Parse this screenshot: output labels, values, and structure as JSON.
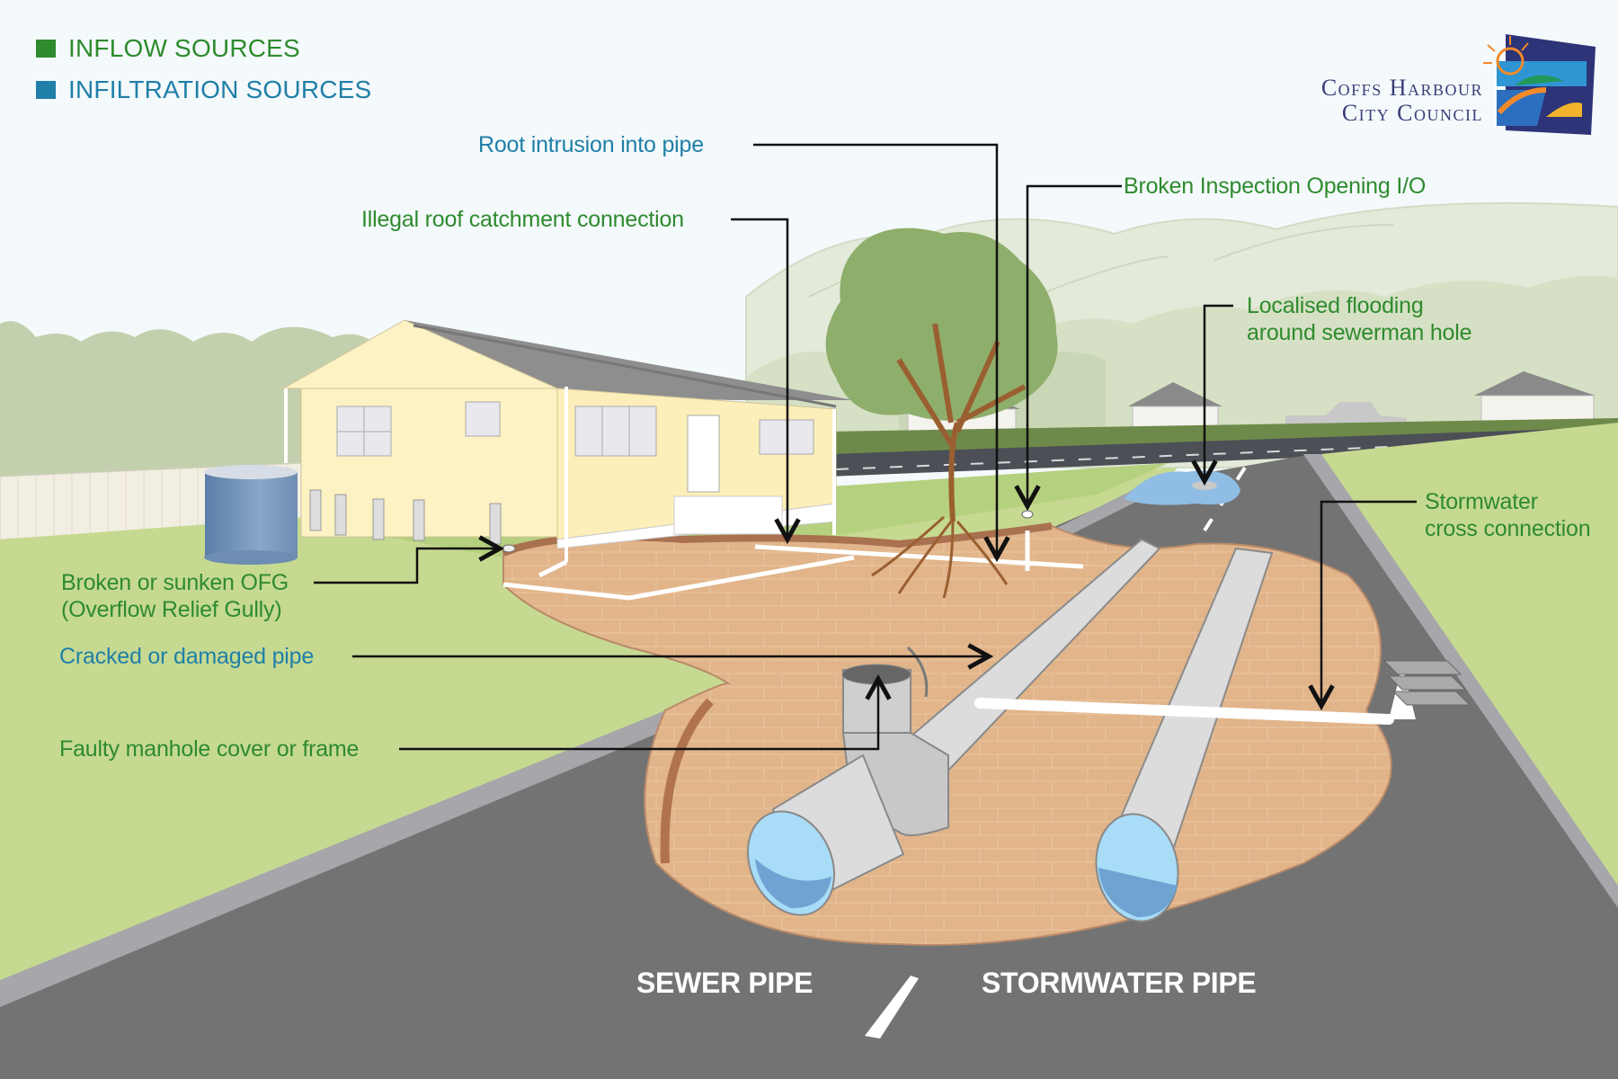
{
  "legend": {
    "items": [
      {
        "label": "INFLOW SOURCES",
        "color": "#2e8b2e"
      },
      {
        "label": "INFILTRATION SOURCES",
        "color": "#1f7fa8"
      }
    ]
  },
  "logo": {
    "line1": "Coffs Harbour",
    "line2": "City Council"
  },
  "callouts": {
    "root_intrusion": {
      "text": "Root intrusion into pipe",
      "type": "infiltration"
    },
    "illegal_roof": {
      "text": "Illegal roof catchment connection",
      "type": "inflow"
    },
    "broken_io": {
      "text": "Broken Inspection Opening I/O",
      "type": "inflow"
    },
    "localised_flooding": {
      "line1": "Localised flooding",
      "line2": "around sewerman hole",
      "type": "inflow"
    },
    "stormwater_cross": {
      "line1": "Stormwater",
      "line2": "cross connection",
      "type": "inflow"
    },
    "broken_ofg": {
      "line1": "Broken or sunken OFG",
      "line2": "(Overflow Relief Gully)",
      "type": "inflow"
    },
    "cracked_pipe": {
      "text": "Cracked or damaged pipe",
      "type": "infiltration"
    },
    "faulty_manhole": {
      "text": "Faulty manhole cover or frame",
      "type": "inflow"
    }
  },
  "pipe_labels": {
    "sewer": "SEWER PIPE",
    "stormwater": "STORMWATER PIPE"
  },
  "colors": {
    "inflow": "#2e8b2e",
    "infiltration": "#1f7fa8",
    "sky": "#f4f9fb",
    "grass": "#c6d991",
    "road": "#737373",
    "soil": "#e1b48a",
    "water": "#a9dcf7",
    "water_dark": "#6fa3d2"
  }
}
